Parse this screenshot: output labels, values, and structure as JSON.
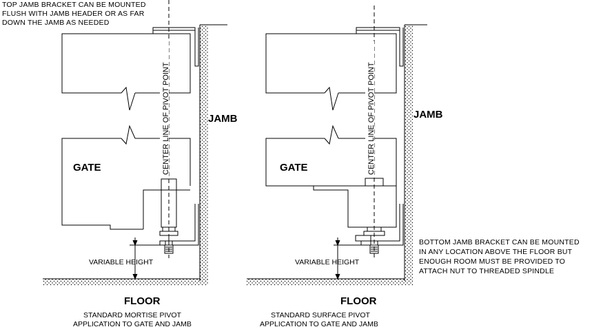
{
  "notes": {
    "top_bracket": [
      "TOP JAMB BRACKET CAN BE MOUNTED",
      "FLUSH WITH JAMB HEADER OR AS FAR",
      "DOWN THE JAMB AS NEEDED"
    ],
    "bottom_bracket": [
      "BOTTOM JAMB BRACKET CAN BE MOUNTED",
      "IN ANY LOCATION ABOVE THE FLOOR BUT",
      "ENOUGH ROOM MUST BE PROVIDED TO",
      "ATTACH NUT TO THREADED SPINDLE"
    ]
  },
  "left": {
    "gate": "GATE",
    "jamb": "JAMB",
    "centerline": "CENTER LINE OF PIVOT POINT",
    "variable_height": "VARIABLE HEIGHT",
    "floor": "FLOOR",
    "caption": [
      "STANDARD MORTISE PIVOT",
      "APPLICATION TO GATE AND JAMB"
    ]
  },
  "right": {
    "gate": "GATE",
    "jamb": "JAMB",
    "centerline": "CENTER LINE OF PIVOT POINT",
    "variable_height": "VARIABLE HEIGHT",
    "floor": "FLOOR",
    "caption": [
      "STANDARD SURFACE PIVOT",
      "APPLICATION TO GATE AND JAMB"
    ]
  }
}
